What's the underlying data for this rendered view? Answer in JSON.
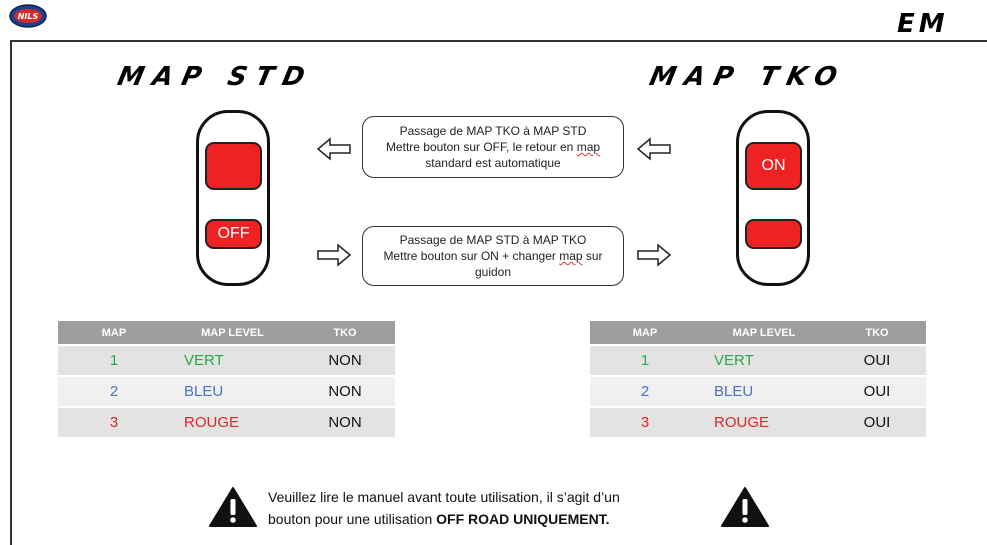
{
  "colors": {
    "green": "#2aa84a",
    "blue": "#4a72c4",
    "red": "#e02525",
    "button_red": "#ee2222",
    "header_gray": "#9e9e9e"
  },
  "header": {
    "logo_text": "NILS",
    "brand_text": "EM"
  },
  "left": {
    "title": "MAP STD",
    "button_top_label": "",
    "button_bottom_label": "OFF",
    "table": {
      "headers": [
        "MAP",
        "MAP LEVEL",
        "TKO"
      ],
      "rows": [
        {
          "map": "1",
          "level": "VERT",
          "tko": "NON"
        },
        {
          "map": "2",
          "level": "BLEU",
          "tko": "NON"
        },
        {
          "map": "3",
          "level": "ROUGE",
          "tko": "NON"
        }
      ]
    }
  },
  "right": {
    "title": "MAP TKO",
    "button_top_label": "ON",
    "button_bottom_label": "",
    "table": {
      "headers": [
        "MAP",
        "MAP LEVEL",
        "TKO"
      ],
      "rows": [
        {
          "map": "1",
          "level": "VERT",
          "tko": "OUI"
        },
        {
          "map": "2",
          "level": "BLEU",
          "tko": "OUI"
        },
        {
          "map": "3",
          "level": "ROUGE",
          "tko": "OUI"
        }
      ]
    }
  },
  "notes": {
    "tko_to_std": {
      "line1": "Passage de MAP TKO à MAP STD",
      "line2a": "Mettre bouton sur OFF, le retour en ",
      "line2b": "map",
      "line3": "standard est automatique"
    },
    "std_to_tko": {
      "line1": "Passage de MAP STD à MAP TKO",
      "line2a": "Mettre bouton sur ON + changer ",
      "line2b": "map",
      "line2c": " sur",
      "line3": "guidon"
    }
  },
  "warning": {
    "line1": "Veuillez lire le manuel avant toute utilisation, il s’agit d’un",
    "line2_prefix": "bouton pour une utilisation ",
    "line2_bold": "OFF ROAD UNIQUEMENT."
  }
}
